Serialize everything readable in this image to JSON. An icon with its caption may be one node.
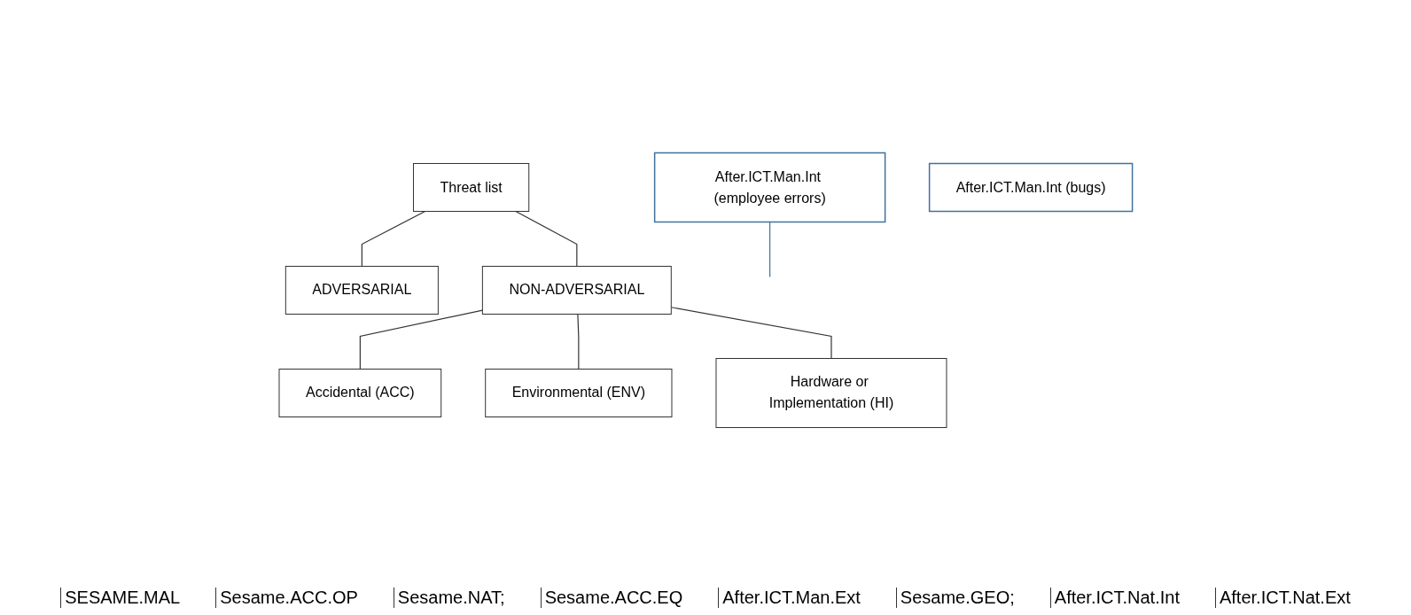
{
  "diagram": {
    "nodes": [
      {
        "text": [
          "Threat list"
        ]
      },
      {
        "text": [
          "ADVERSARIAL"
        ]
      },
      {
        "text": [
          "NON-ADVERSARIAL"
        ]
      },
      {
        "text": [
          "Accidental (ACC)"
        ]
      },
      {
        "text": [
          "Environmental (ENV)"
        ]
      },
      {
        "text": [
          "Hardware or Implementation (HI)"
        ]
      },
      {
        "text": [
          "After.ICT.Man.Int (employee errors)"
        ]
      },
      {
        "text": [
          "After.ICT.Man.Int (bugs)"
        ]
      }
    ],
    "edges": [
      {
        "from": 0,
        "to": 1,
        "arrow": "none"
      },
      {
        "from": 0,
        "to": 2,
        "arrow": "none"
      },
      {
        "from": 2,
        "to": 3,
        "arrow": "none"
      },
      {
        "from": 2,
        "to": 4,
        "arrow": "none"
      },
      {
        "from": 2,
        "to": 5,
        "arrow": "none"
      },
      {
        "from": 6,
        "to": null,
        "arrow": "none",
        "color": "#41719c"
      }
    ],
    "labels": [
      "SESAME.MAL",
      "Sesame.ACC.OP",
      "Sesame.NAT;",
      "Sesame.ACC.EQ",
      "After.ICT.Man.Ext",
      "Sesame.GEO;",
      "After.ICT.Nat.Int",
      "After.ICT.Nat.Ext"
    ]
  }
}
